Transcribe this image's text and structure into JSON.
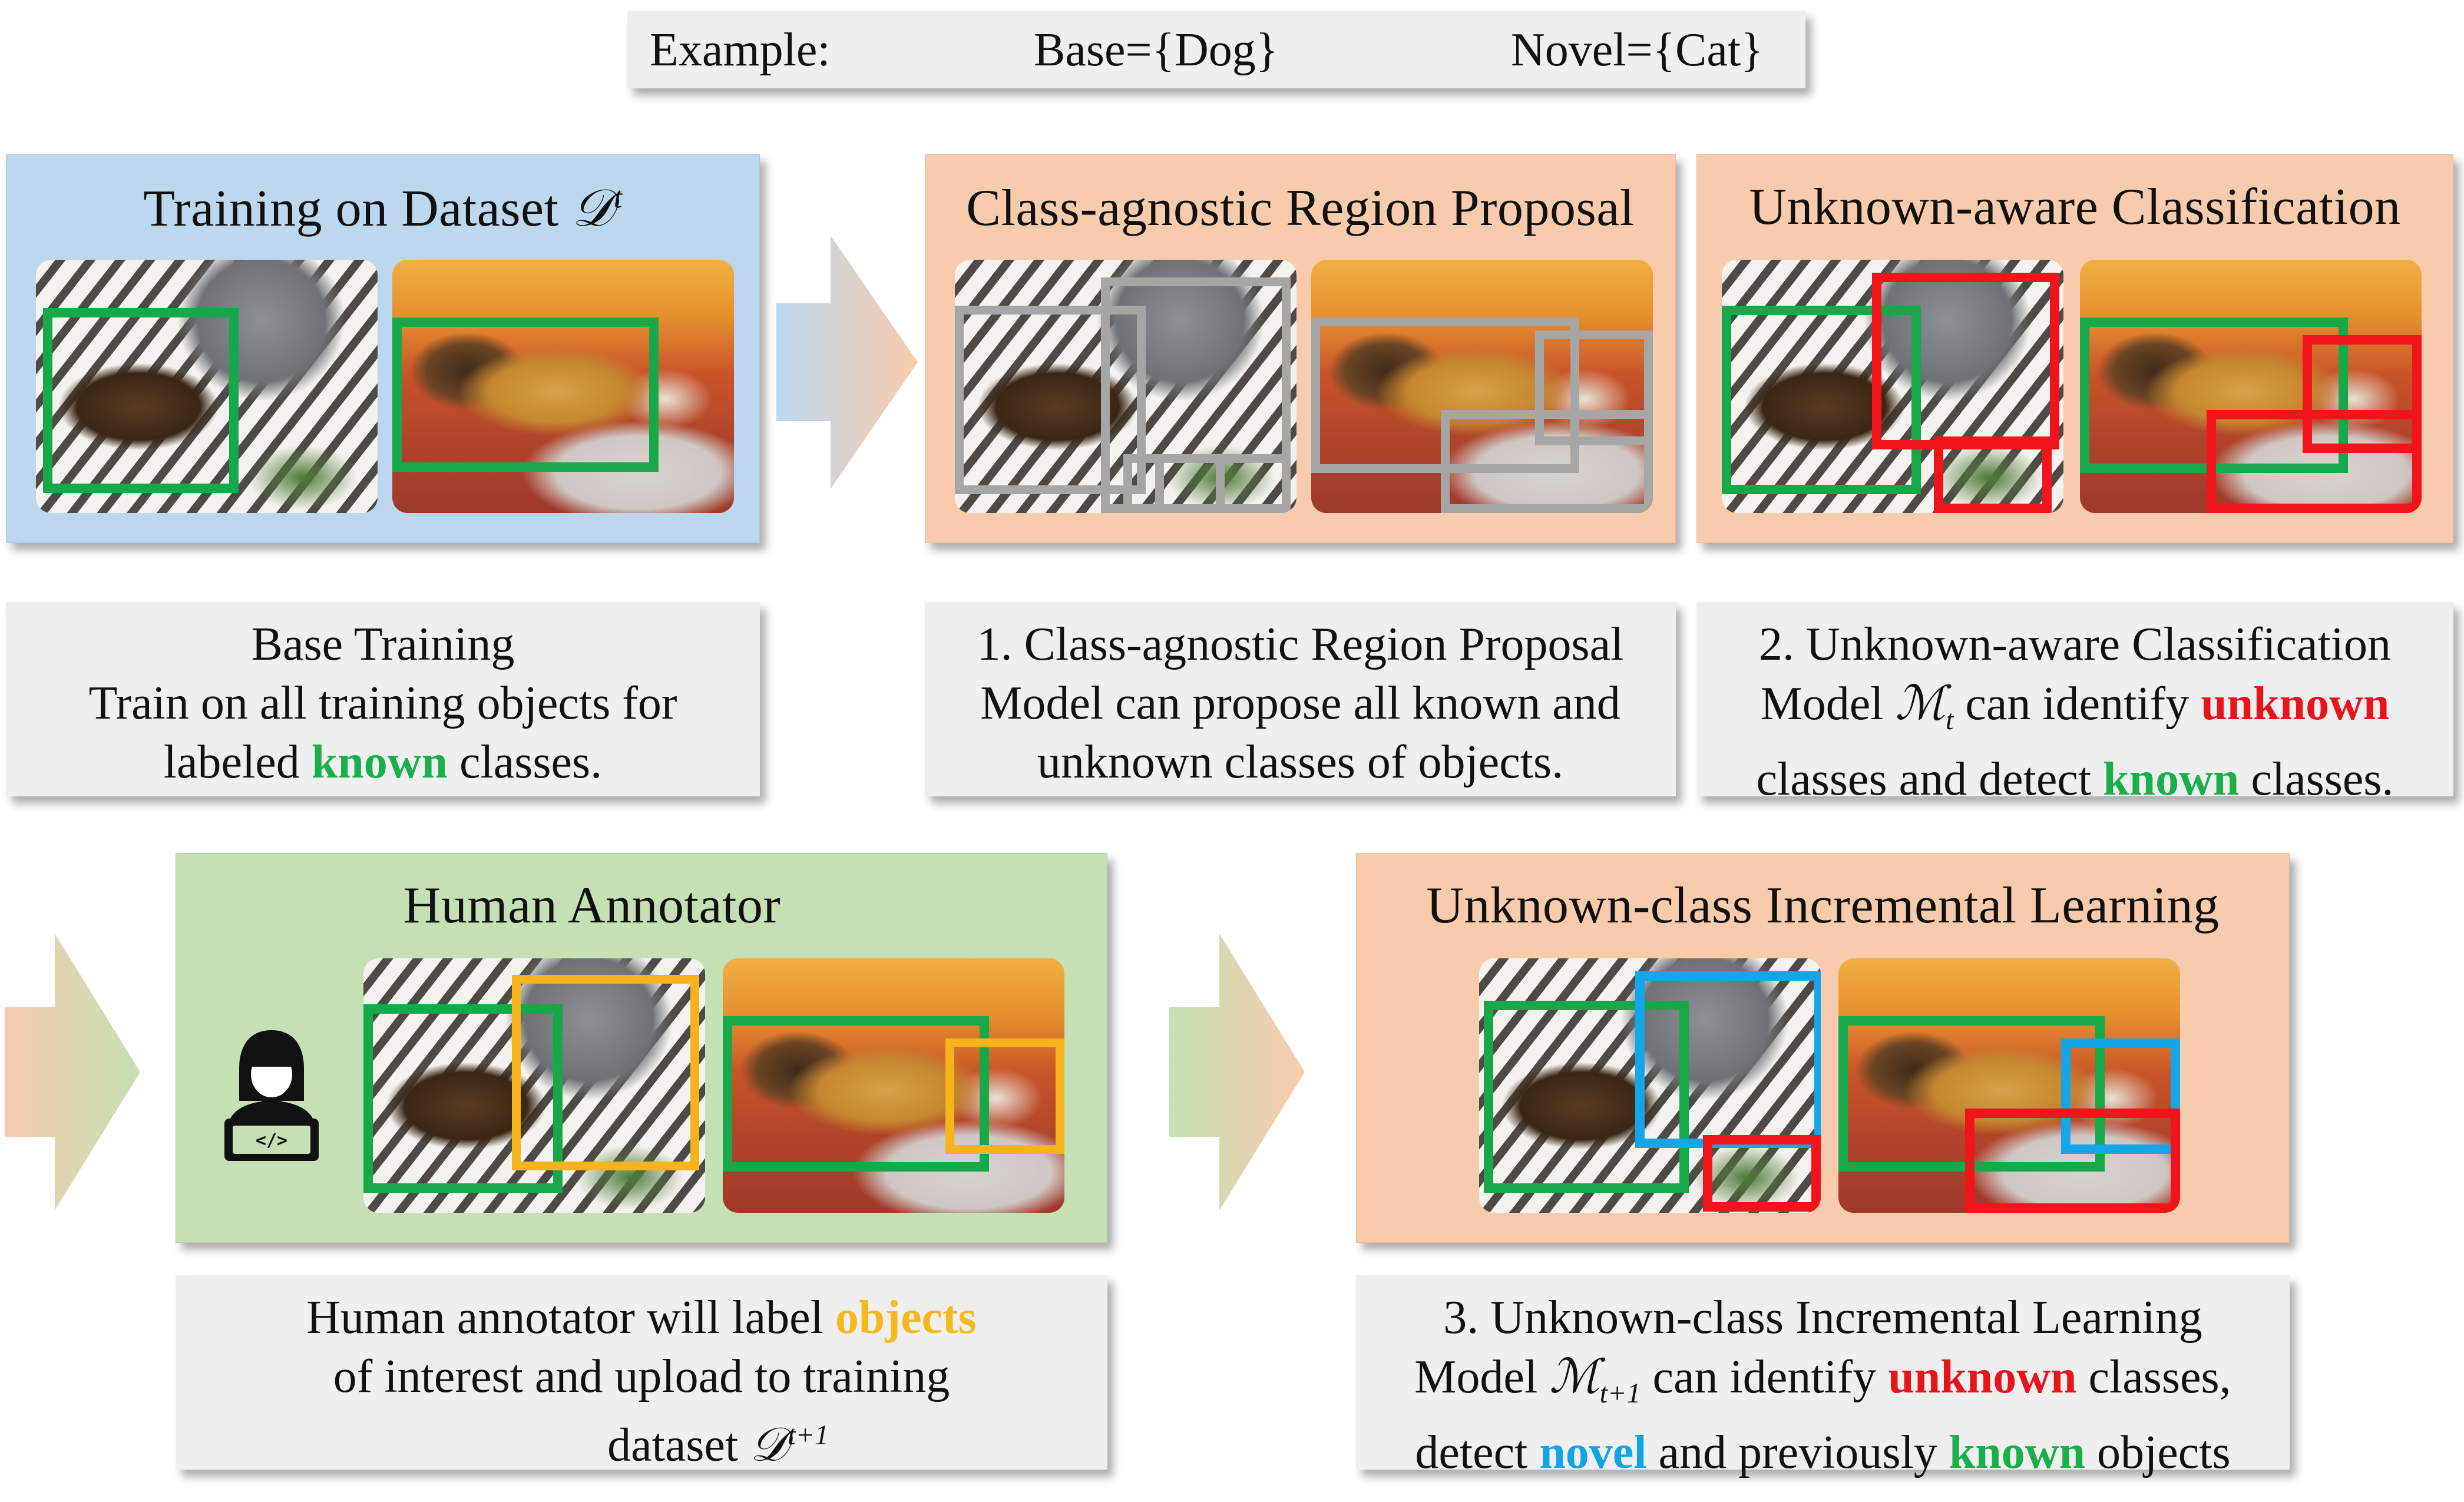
{
  "example": {
    "label": "Example:",
    "base": "Base={Dog}",
    "novel": "Novel={Cat}"
  },
  "panels": {
    "training": {
      "title_prefix": "Training on Dataset ",
      "dataset_symbol": "𝒟",
      "dataset_sup": "t"
    },
    "region_proposal": {
      "title": "Class-agnostic Region Proposal"
    },
    "unknown_aware": {
      "title": "Unknown-aware Classification"
    },
    "human_annotator": {
      "title": "Human Annotator"
    },
    "incremental": {
      "title": "Unknown-class Incremental Learning"
    }
  },
  "captions": {
    "base_training": {
      "line1": "Base Training",
      "line2": "Train on all training objects for",
      "line3_pre": "labeled ",
      "line3_kw": "known",
      "line3_post": " classes."
    },
    "region_proposal": {
      "line1": "1. Class-agnostic Region Proposal",
      "line2": "Model can propose all known and",
      "line3": "unknown classes of objects."
    },
    "unknown_aware": {
      "line1": "2. Unknown-aware Classification",
      "line2_pre": "Model ",
      "model_symbol": "ℳ",
      "model_sub": "t",
      "line2_mid": " can identify ",
      "line2_kw": "unknown",
      "line3_pre": "classes and detect ",
      "line3_kw": "known",
      "line3_post": " classes."
    },
    "human_annotator": {
      "line1_pre": "Human annotator will label ",
      "line1_kw": "objects",
      "line2": "of interest and upload to training",
      "line3_pre": "dataset ",
      "dataset_symbol": "𝒟",
      "dataset_sup": "t+1"
    },
    "incremental": {
      "line1": "3. Unknown-class Incremental Learning",
      "line2_pre": "Model ",
      "model_symbol": "ℳ",
      "model_sub": "t+1",
      "line2_mid": " can identify ",
      "line2_kw": "unknown",
      "line2_post": " classes,",
      "line3_pre": "detect ",
      "line3_kw_novel": "novel",
      "line3_mid": " and previously ",
      "line3_kw_known": "known",
      "line3_post": " objects"
    }
  },
  "colors": {
    "known": "#1aaf4b",
    "unknown": "#e8141b",
    "novel": "#12a5e6",
    "objects": "#f6b81c",
    "proposal": "#a6a6a6",
    "panel_blue": "#bdd7ee",
    "panel_orange": "#f8cbad",
    "panel_green": "#c5e0b4",
    "caption_bg": "#efefef"
  },
  "icons": [
    "annotator-icon",
    "flow-arrow-icon"
  ]
}
